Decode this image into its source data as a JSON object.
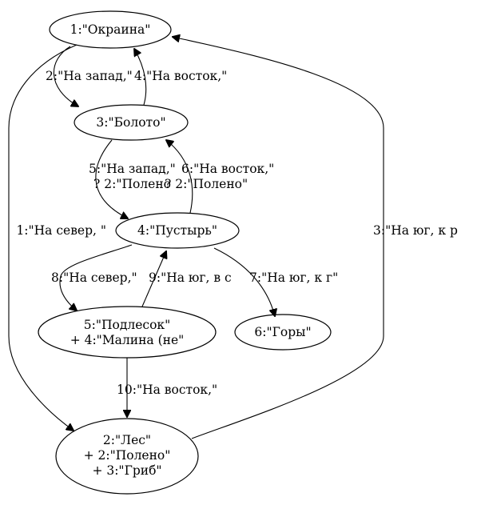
{
  "nodes": {
    "n1": {
      "lines": [
        "1:\"Окраина\""
      ]
    },
    "n3": {
      "lines": [
        "3:\"Болото\""
      ]
    },
    "n4": {
      "lines": [
        "4:\"Пустырь\""
      ]
    },
    "n5": {
      "lines": [
        "5:\"Подлесок\"",
        "+ 4:\"Малина (не\""
      ]
    },
    "n6": {
      "lines": [
        "6:\"Горы\""
      ]
    },
    "n2": {
      "lines": [
        "2:\"Лес\"",
        "+ 2:\"Полено\"",
        "+ 3:\"Гриб\""
      ]
    }
  },
  "edges": {
    "e1_3": {
      "lines": [
        "2:\"На запад,\""
      ]
    },
    "e3_1": {
      "lines": [
        "4:\"На восток,\""
      ]
    },
    "e3_4": {
      "lines": [
        "5:\"На запад,\"",
        "? 2:\"Полено"
      ]
    },
    "e4_3": {
      "lines": [
        "6:\"На восток,\"",
        "? 2:\"Полено\""
      ]
    },
    "e1_2": {
      "lines": [
        "1:\"На север, \""
      ]
    },
    "e2_1": {
      "lines": [
        "3:\"На юг, к р"
      ]
    },
    "e4_5": {
      "lines": [
        "8:\"На север,\""
      ]
    },
    "e5_4": {
      "lines": [
        "9:\"На юг, в с"
      ]
    },
    "e4_6": {
      "lines": [
        "7:\"На юг, к г\""
      ]
    },
    "e5_2": {
      "lines": [
        "10:\"На восток,\""
      ]
    }
  }
}
